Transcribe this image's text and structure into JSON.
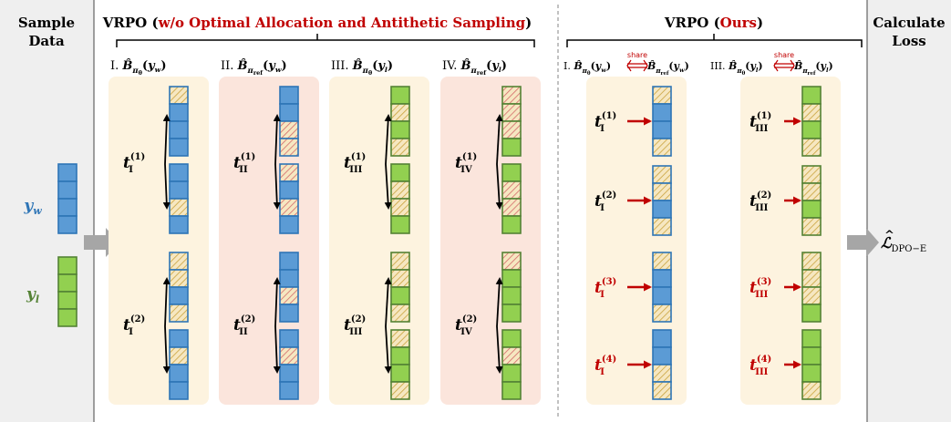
{
  "left_panel": {
    "title_line1": "Sample",
    "title_line2": "Data",
    "yw": "y",
    "yw_sub": "w",
    "yl": "y",
    "yl_sub": "l"
  },
  "right_panel": {
    "title_line1": "Calculate",
    "title_line2": "Loss",
    "loss_symbol": "ℒ",
    "loss_sub": "DPO−E"
  },
  "baseline": {
    "title_prefix": "VRPO (",
    "title_red": "w/o Optimal Allocation and Antithetic Sampling",
    "title_suffix": ")",
    "columns": [
      {
        "roman": "I.",
        "policy": "θ",
        "resp": "w",
        "tsub": "I"
      },
      {
        "roman": "II.",
        "policy": "ref",
        "resp": "w",
        "tsub": "II"
      },
      {
        "roman": "III.",
        "policy": "θ",
        "resp": "l",
        "tsub": "III"
      },
      {
        "roman": "IV.",
        "policy": "ref",
        "resp": "l",
        "tsub": "IV"
      }
    ]
  },
  "ours": {
    "title_prefix": "VRPO (",
    "title_red": "Ours",
    "title_suffix": ")",
    "share_label": "share",
    "columns": [
      {
        "roman": "I.",
        "tsub": "I",
        "resp": "w"
      },
      {
        "roman": "III.",
        "tsub": "III",
        "resp": "l"
      }
    ]
  },
  "colors": {
    "blue": "#5b9bd5",
    "blue_border": "#2e75b6",
    "green": "#92d050",
    "green_border": "#548235",
    "hatch_bg": "#f6e7c1",
    "hatch_line": "#c9a23c",
    "hatch_red": "#d46a6a",
    "panel_yellow": "#fdf3df",
    "panel_pink": "#fbe5dc",
    "side_gray": "#efefef",
    "red": "#c00000",
    "gray_arrow": "#a6a6a6"
  }
}
